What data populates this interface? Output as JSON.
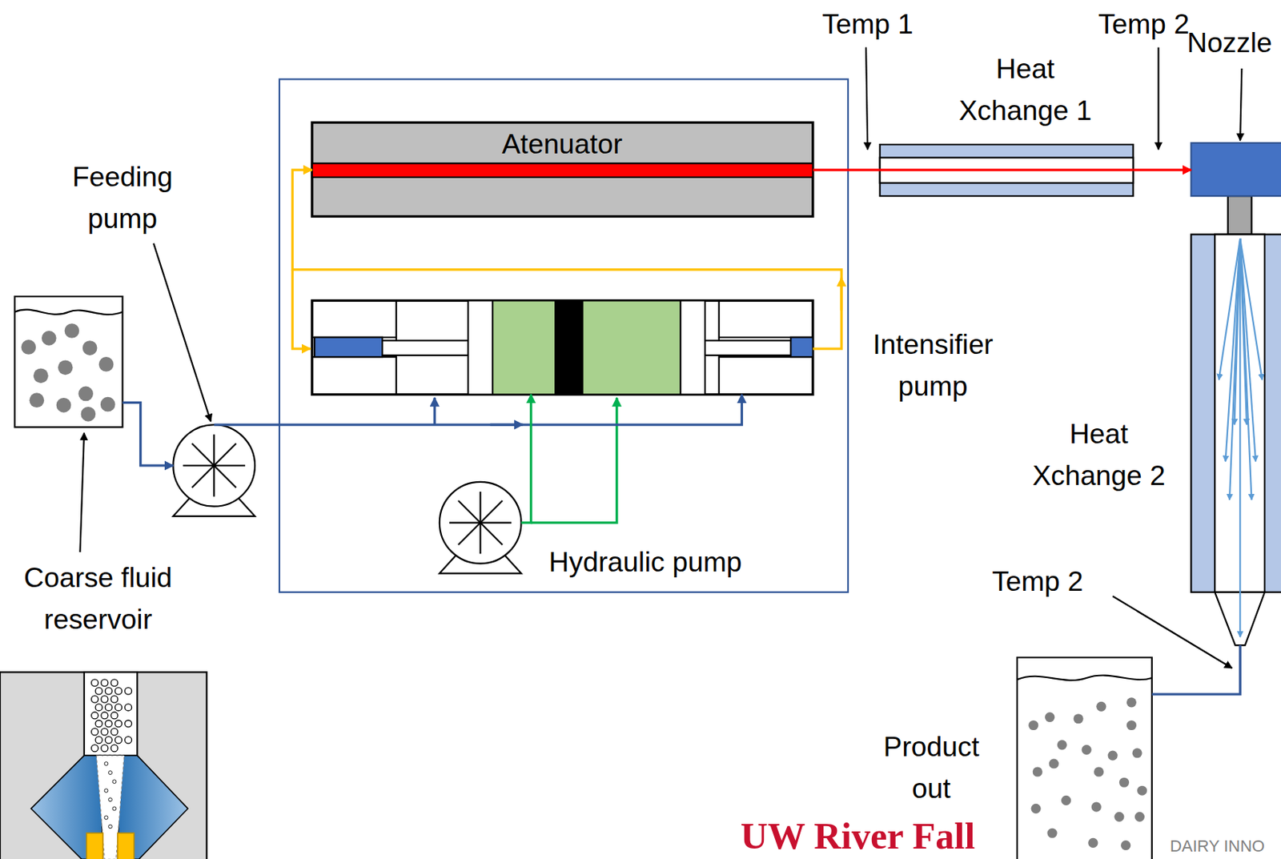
{
  "diagram": {
    "nodes": [
      {
        "text": [
          "Coarse fluid reservoir"
        ]
      },
      {
        "text": [
          "Feeding pump"
        ]
      },
      {
        "text": [
          "Atenuator"
        ]
      },
      {
        "text": [
          "Intensifier pump"
        ]
      },
      {
        "text": [
          "Hydraulic pump"
        ]
      },
      {
        "text": [
          "Heat Xchange 1"
        ]
      },
      {
        "text": [
          "Nozzle"
        ]
      },
      {
        "text": [
          "Heat Xchange 2"
        ]
      },
      {
        "text": [
          "Product out"
        ]
      }
    ],
    "edges": [
      {
        "from": 0,
        "to": 1,
        "arrow": "to"
      },
      {
        "from": 1,
        "to": 3,
        "arrow": "to"
      },
      {
        "from": 4,
        "to": 3,
        "arrow": "to"
      },
      {
        "from": 3,
        "to": 2,
        "arrow": "to"
      },
      {
        "from": 2,
        "to": 5,
        "arrow": "none"
      },
      {
        "from": 5,
        "to": 6,
        "arrow": "to"
      },
      {
        "from": 7,
        "to": 8,
        "arrow": "none"
      }
    ],
    "labels": [
      "Temp 1",
      "Temp 2",
      "Temp 2",
      "UW River Fall",
      "DAIRY INNO"
    ]
  }
}
